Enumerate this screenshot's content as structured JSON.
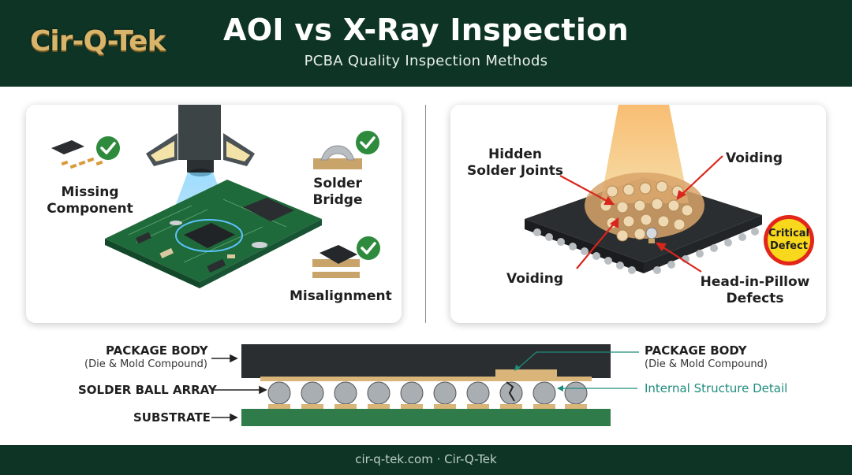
{
  "header": {
    "logo": "Cir-Q-Tek",
    "title": "AOI vs X-Ray Inspection",
    "subtitle": "PCBA Quality Inspection Methods"
  },
  "aoi_panel": {
    "missing_component": [
      "Missing",
      "Component"
    ],
    "solder_bridge": [
      "Solder",
      "Bridge"
    ],
    "misalignment": "Misalignment"
  },
  "xray_panel": {
    "hidden_solder_joints": [
      "Hidden",
      "Solder Joints"
    ],
    "voiding_top": "Voiding",
    "voiding_bottom": "Voiding",
    "head_in_pillow": [
      "Head-in-Pillow",
      "Defects"
    ],
    "critical_badge": [
      "Critical",
      "Defect"
    ]
  },
  "cross_section": {
    "left_package_body": "PACKAGE BODY",
    "left_package_body_sub": "(Die & Mold Compound)",
    "solder_ball_array": "SOLDER BALL ARRAY",
    "substrate": "SUBSTRATE",
    "right_package_body": "PACKAGE BODY",
    "right_package_body_sub": "(Die & Mold Compound)",
    "internal_structure": "Internal Structure Detail"
  },
  "footer": {
    "text": "cir-q-tek.com · Cir-Q-Tek"
  },
  "colors": {
    "brand_green": "#0d3425",
    "logo_gold": "#d8b56a",
    "check_green": "#2e8b3e",
    "arrow_red": "#d9261c",
    "teal": "#1e8c7c",
    "xray_orange": "#f0a040"
  }
}
